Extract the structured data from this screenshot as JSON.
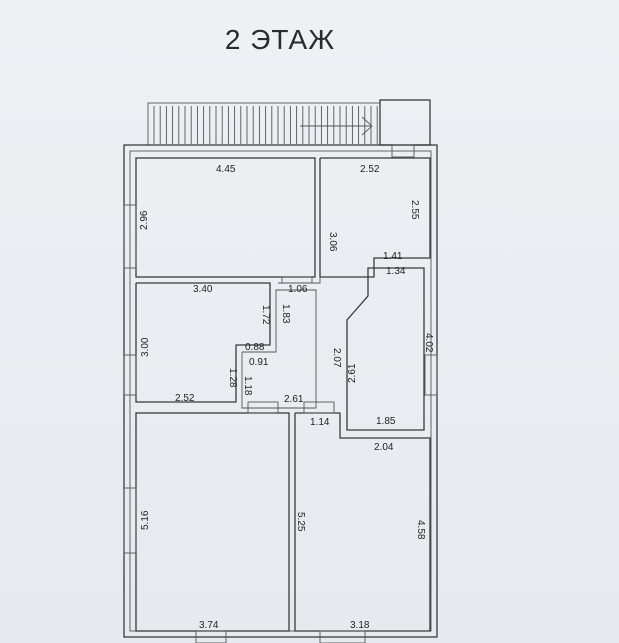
{
  "plan": {
    "title": "2 ЭТАЖ",
    "dimensions": {
      "bedroom1_width": "4.45",
      "bedroom1_height": "2.96",
      "room2_top": "2.52",
      "room2_left": "3.06",
      "room2_right": "2.55",
      "hall_top": "1.41",
      "hall_top2": "1.34",
      "hall_right": "4.02",
      "hall_left": "2.61",
      "hall_bottom": "1.85",
      "room3_top": "3.40",
      "room3_left": "3.00",
      "room3_notch": "1.06",
      "room3_inner": "1.72",
      "room3_inner2": "1.83",
      "room3_bottom": "2.52",
      "bath_top": "0.88",
      "bath_width": "0.91",
      "bath_left": "1.28",
      "bath_right": "1.18",
      "corridor_top": "2.61",
      "corridor_side": "2.07",
      "corridor_bottom": "1.14",
      "big_left_height": "5.16",
      "big_left_width": "3.74",
      "big_right_top": "2.04",
      "big_right_left": "5.25",
      "big_right_right": "4.58",
      "big_right_bottom": "3.18"
    }
  }
}
